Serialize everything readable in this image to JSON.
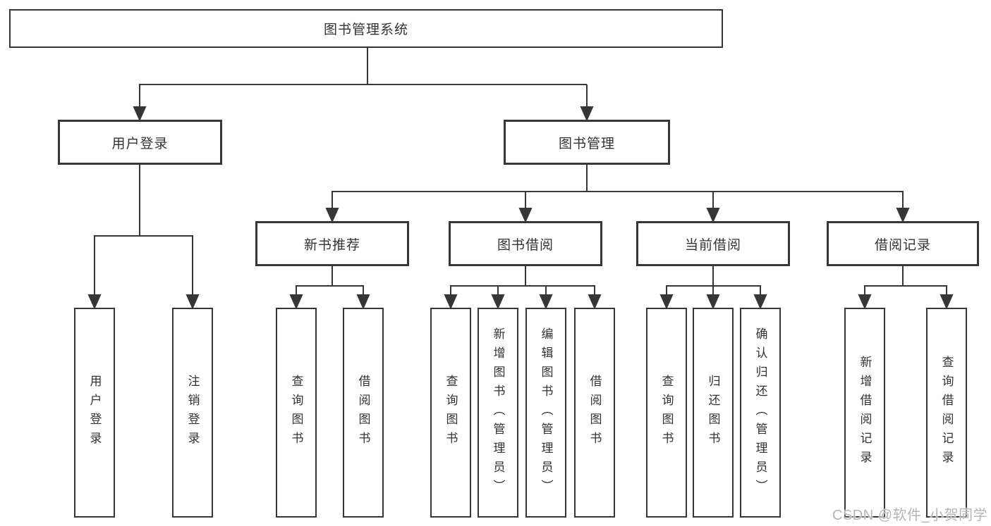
{
  "tree": {
    "label": "图书管理系统",
    "children": [
      {
        "label": "用户登录",
        "children": [
          {
            "label": "用户登录"
          },
          {
            "label": "注销登录"
          }
        ]
      },
      {
        "label": "图书管理",
        "children": [
          {
            "label": "新书推荐",
            "children": [
              {
                "label": "查询图书"
              },
              {
                "label": "借阅图书"
              }
            ]
          },
          {
            "label": "图书借阅",
            "children": [
              {
                "label": "查询图书"
              },
              {
                "label": "新增图书（管理员）"
              },
              {
                "label": "编辑图书（管理员）"
              },
              {
                "label": "借阅图书"
              }
            ]
          },
          {
            "label": "当前借阅",
            "children": [
              {
                "label": "查询图书"
              },
              {
                "label": "归还图书"
              },
              {
                "label": "确认归还（管理员）"
              }
            ]
          },
          {
            "label": "借阅记录",
            "children": [
              {
                "label": "新增借阅记录"
              },
              {
                "label": "查询借阅记录"
              }
            ]
          }
        ]
      }
    ]
  },
  "watermark": {
    "text": "CSDN @软件_小贺同学"
  },
  "colors": {
    "line": "#363636",
    "box_border": "#363636",
    "box_fill": "#ffffff",
    "text": "#333333",
    "watermark": "#b6b6b6"
  }
}
